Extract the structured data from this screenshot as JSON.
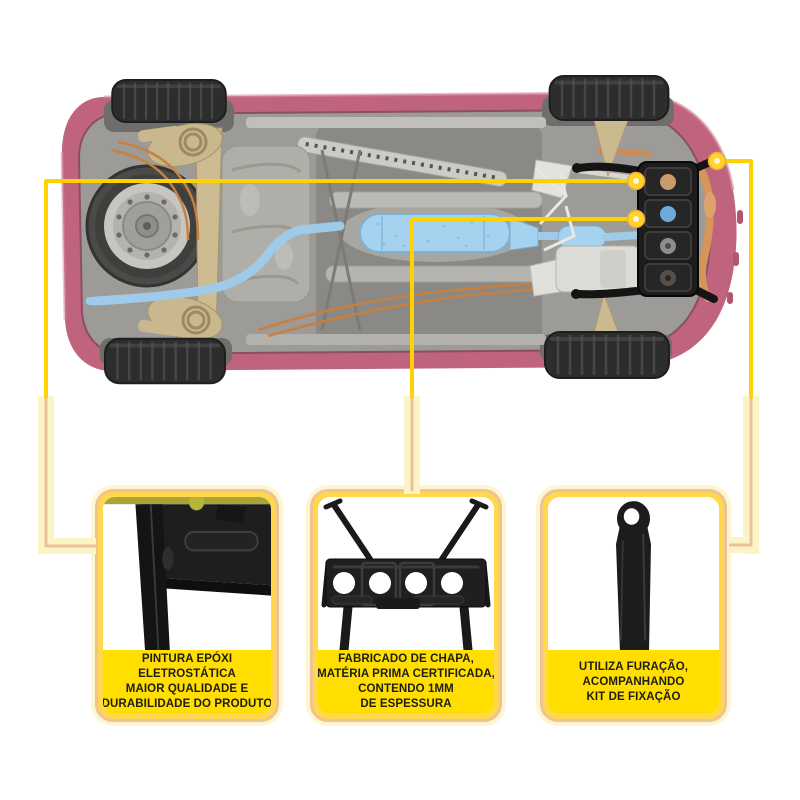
{
  "callouts": [
    {
      "name": "pintura-epoxi",
      "lines": [
        "PINTURA EPÓXI",
        "ELETROSTÁTICA",
        "MAIOR QUALIDADE E",
        "DURABILIDADE DO PRODUTO"
      ]
    },
    {
      "name": "fabricacao-chapa",
      "lines": [
        "FABRICADO DE CHAPA,",
        "MATÉRIA PRIMA CERTIFICADA,",
        "CONTENDO 1MM",
        "DE ESPESSURA"
      ]
    },
    {
      "name": "kit-fixacao",
      "lines": [
        "UTILIZA FURAÇÃO,",
        "ACOMPANHANDO",
        "KIT DE FIXAÇÃO"
      ]
    }
  ],
  "graphics": {
    "main_image": "car-underbody-bottom-view-with-skid-plate",
    "callout_dot_count": 3,
    "part_photos": [
      "skid-plate-corner-closeup",
      "skid-plate-full-view",
      "mounting-strap-with-hole"
    ],
    "colors": {
      "connector_gold": "#FFD100",
      "connector_pale_band": "#FBF5C6",
      "connector_peach": "#ECC19B",
      "label_yellow": "#FFDE00",
      "frame_yellow": "#FFD84D",
      "frame_peach": "#F1C292",
      "frame_glow": "#FCF7D0",
      "car_body_pink": "#C0637C",
      "exhaust_blue": "#9FCBE9",
      "suspension_tan": "#CBB98F",
      "brake_line_copper": "#C8803F",
      "product_black": "#1D1D1D"
    }
  }
}
